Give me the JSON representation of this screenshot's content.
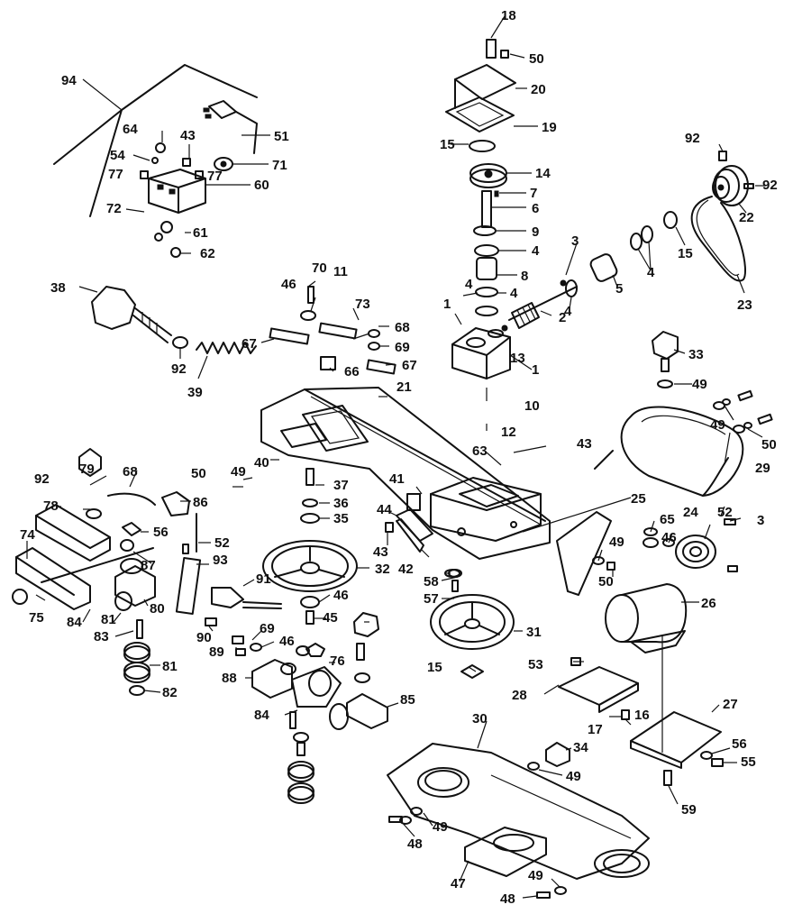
{
  "callouts": [
    "1",
    "2",
    "3",
    "4",
    "5",
    "6",
    "7",
    "8",
    "9",
    "10",
    "11",
    "12",
    "13",
    "14",
    "15",
    "16",
    "17",
    "18",
    "19",
    "20",
    "21",
    "22",
    "23",
    "24",
    "25",
    "26",
    "27",
    "28",
    "29",
    "30",
    "31",
    "32",
    "33",
    "34",
    "35",
    "36",
    "37",
    "38",
    "39",
    "40",
    "41",
    "42",
    "43",
    "44",
    "45",
    "46",
    "47",
    "48",
    "49",
    "50",
    "51",
    "52",
    "53",
    "54",
    "55",
    "56",
    "57",
    "58",
    "59",
    "60",
    "61",
    "62",
    "63",
    "64",
    "65",
    "66",
    "67",
    "68",
    "69",
    "70",
    "71",
    "72",
    "73",
    "74",
    "75",
    "76",
    "77",
    "78",
    "79",
    "80",
    "81",
    "82",
    "83",
    "84",
    "85",
    "86",
    "87",
    "88",
    "89",
    "90",
    "91",
    "92",
    "93",
    "94"
  ]
}
